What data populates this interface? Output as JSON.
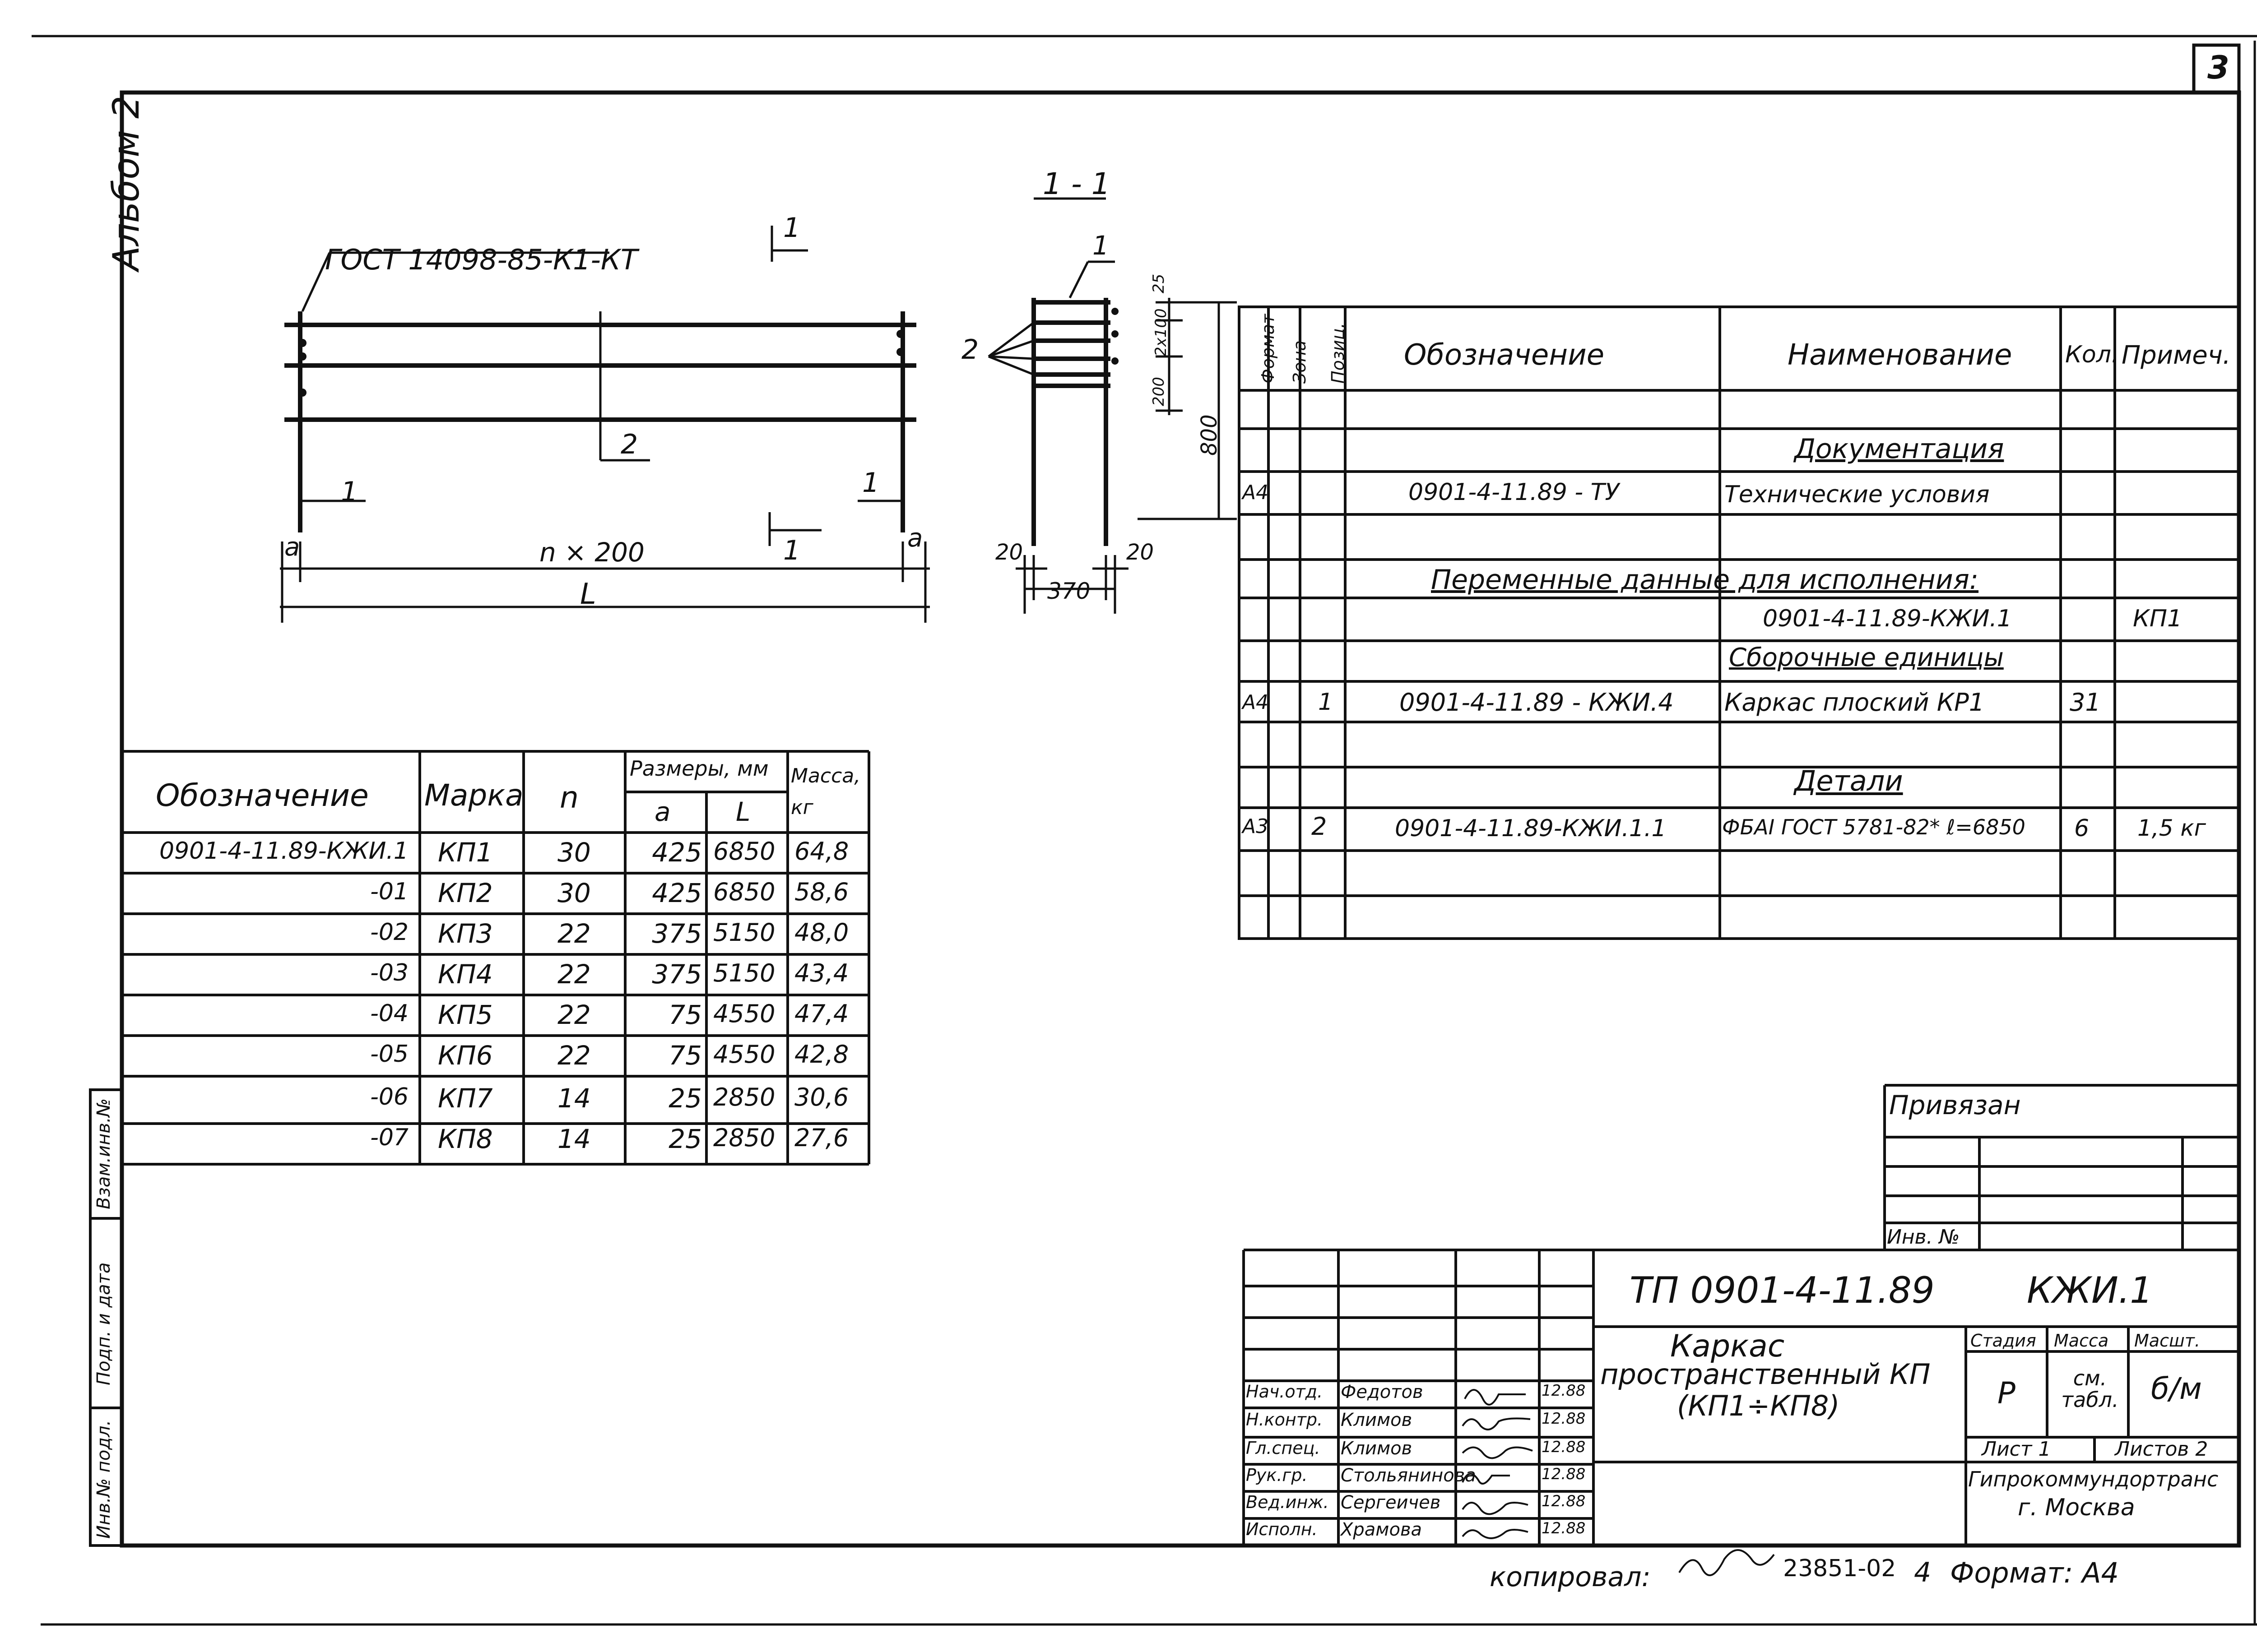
{
  "sheet_number": "3",
  "album_label": "Альбом 2",
  "section_label": "1 - 1",
  "section_mark": "1",
  "elevation": {
    "gost_label": "ГОСТ 14098-85-К1-КТ",
    "position_2": "2",
    "section_cut": "1",
    "dim_a": "a",
    "dim_n": "n × 200",
    "dim_L": "L"
  },
  "section_view": {
    "position_1": "1",
    "position_2": "2",
    "dim_25": "25",
    "dim_2x100": "2х100",
    "dim_200": "200",
    "dim_800": "800",
    "dim_20_left": "20",
    "dim_20_right": "20",
    "dim_370": "370"
  },
  "spec": {
    "headers": {
      "format": "Формат",
      "zone": "Зона",
      "pos": "Позиц.",
      "designation": "Обозначение",
      "name": "Наименование",
      "qty": "Кол.",
      "note": "Примеч."
    },
    "rows": [
      {
        "format": "",
        "pos": "",
        "designation": "",
        "name": "Документация",
        "qty": "",
        "note": "",
        "heading": true
      },
      {
        "format": "А4",
        "pos": "",
        "designation": "0901-4-11.89  - ТУ",
        "name": "Технические условия",
        "qty": "",
        "note": ""
      },
      {
        "format": "",
        "pos": "",
        "designation": "",
        "name": "",
        "qty": "",
        "note": ""
      },
      {
        "format": "",
        "pos": "",
        "designation": "",
        "name": "Переменные данные для исполнения:",
        "qty": "",
        "note": "",
        "wide_heading": true
      },
      {
        "format": "",
        "pos": "",
        "designation": "",
        "name": "0901-4-11.89-КЖИ.1",
        "qty": "",
        "note": "КП1"
      },
      {
        "format": "",
        "pos": "",
        "designation": "",
        "name": "Сборочные единицы",
        "qty": "",
        "note": "",
        "heading": true
      },
      {
        "format": "А4",
        "pos": "1",
        "designation": "0901-4-11.89  - КЖИ.4",
        "name": "Каркас плоский КР1",
        "qty": "31",
        "note": ""
      },
      {
        "format": "",
        "pos": "",
        "designation": "",
        "name": "",
        "qty": "",
        "note": ""
      },
      {
        "format": "",
        "pos": "",
        "designation": "",
        "name": "Детали",
        "qty": "",
        "note": "",
        "heading": true
      },
      {
        "format": "А3",
        "pos": "2",
        "designation": "0901-4-11.89-КЖИ.1.1",
        "name": "ФБАI ГОСТ 5781-82* ℓ=6850",
        "qty": "6",
        "note": "1,5 кг"
      },
      {
        "format": "",
        "pos": "",
        "designation": "",
        "name": "",
        "qty": "",
        "note": ""
      },
      {
        "format": "",
        "pos": "",
        "designation": "",
        "name": "",
        "qty": "",
        "note": ""
      }
    ]
  },
  "variants": {
    "headers": {
      "designation": "Обозначение",
      "mark": "Марка",
      "n": "n",
      "sizes": "Размеры, мм",
      "a": "a",
      "L": "L",
      "mass": "Масса, кг"
    },
    "rows": [
      {
        "designation": "0901-4-11.89-КЖИ.1",
        "mark": "КП1",
        "n": "30",
        "a": "425",
        "L": "6850",
        "mass": "64,8"
      },
      {
        "designation": "-01",
        "mark": "КП2",
        "n": "30",
        "a": "425",
        "L": "6850",
        "mass": "58,6"
      },
      {
        "designation": "-02",
        "mark": "КП3",
        "n": "22",
        "a": "375",
        "L": "5150",
        "mass": "48,0"
      },
      {
        "designation": "-03",
        "mark": "КП4",
        "n": "22",
        "a": "375",
        "L": "5150",
        "mass": "43,4"
      },
      {
        "designation": "-04",
        "mark": "КП5",
        "n": "22",
        "a": "75",
        "L": "4550",
        "mass": "47,4"
      },
      {
        "designation": "-05",
        "mark": "КП6",
        "n": "22",
        "a": "75",
        "L": "4550",
        "mass": "42,8"
      },
      {
        "designation": "-06",
        "mark": "КП7",
        "n": "14",
        "a": "25",
        "L": "2850",
        "mass": "30,6"
      },
      {
        "designation": "-07",
        "mark": "КП8",
        "n": "14",
        "a": "25",
        "L": "2850",
        "mass": "27,6"
      }
    ]
  },
  "side_stamp": [
    "Инв.№ подл.",
    "Подп. и дата",
    "Взам.инв.№"
  ],
  "bound": {
    "title": "Привязан",
    "inv": "Инв. №"
  },
  "title_block": {
    "code": "ТП  0901-4-11.89",
    "doc": "КЖИ.1",
    "title_lines": [
      "Каркас",
      "пространственный КП",
      "(КП1÷КП8)"
    ],
    "stage_label": "Стадия",
    "mass_label": "Масса",
    "scale_label": "Масшт.",
    "stage": "Р",
    "mass": "см. табл.",
    "scale": "б/м",
    "sheet": "Лист 1",
    "sheets": "Листов 2",
    "org": "Гипрокоммундортранс",
    "city": "г. Москва",
    "signers": [
      {
        "role": "Нач.отд.",
        "name": "Федотов",
        "date": "12.88"
      },
      {
        "role": "Н.контр.",
        "name": "Климов",
        "date": "12.88"
      },
      {
        "role": "Гл.спец.",
        "name": "Климов",
        "date": "12.88"
      },
      {
        "role": "Рук.гр.",
        "name": "Стольянинова",
        "date": "12.88"
      },
      {
        "role": "Вед.инж.",
        "name": "Сергеичев",
        "date": "12.88"
      },
      {
        "role": "Исполн.",
        "name": "Храмова",
        "date": "12.88"
      }
    ]
  },
  "footer": {
    "copied": "копировал:",
    "number": "23851-02",
    "sheet": "4",
    "format": "Формат: А4"
  }
}
